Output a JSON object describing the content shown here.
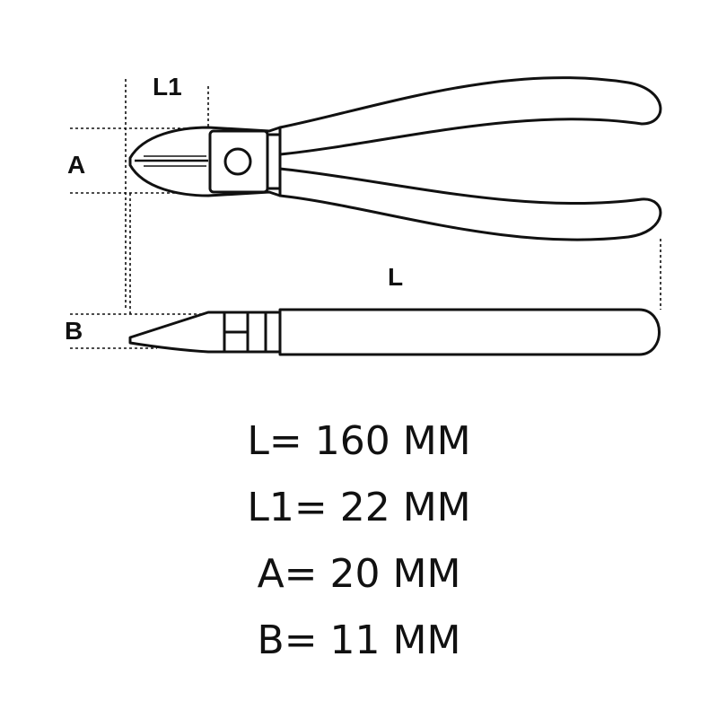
{
  "diagram": {
    "labels": {
      "l1": "L1",
      "a": "A",
      "l": "L",
      "b": "B"
    }
  },
  "specs": [
    "L= 160 MM",
    "L1= 22 MM",
    "A= 20 MM",
    "B= 11 MM"
  ]
}
